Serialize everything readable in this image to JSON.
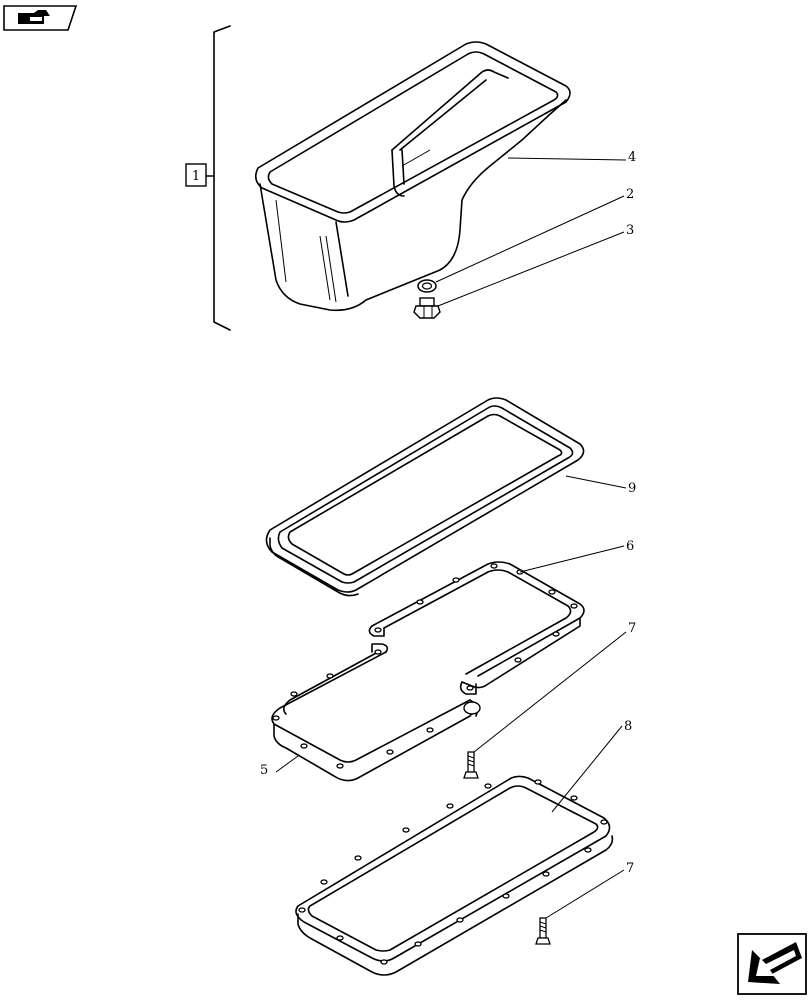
{
  "nav": {
    "prev_icon": "hand-pointing-icon",
    "next_icon": "arrow-down-left-icon"
  },
  "group_label": "1",
  "callouts": {
    "c4": "4",
    "c2": "2",
    "c3": "3",
    "c9": "9",
    "c6": "6",
    "c7a": "7",
    "c5": "5",
    "c8": "8",
    "c7b": "7"
  }
}
